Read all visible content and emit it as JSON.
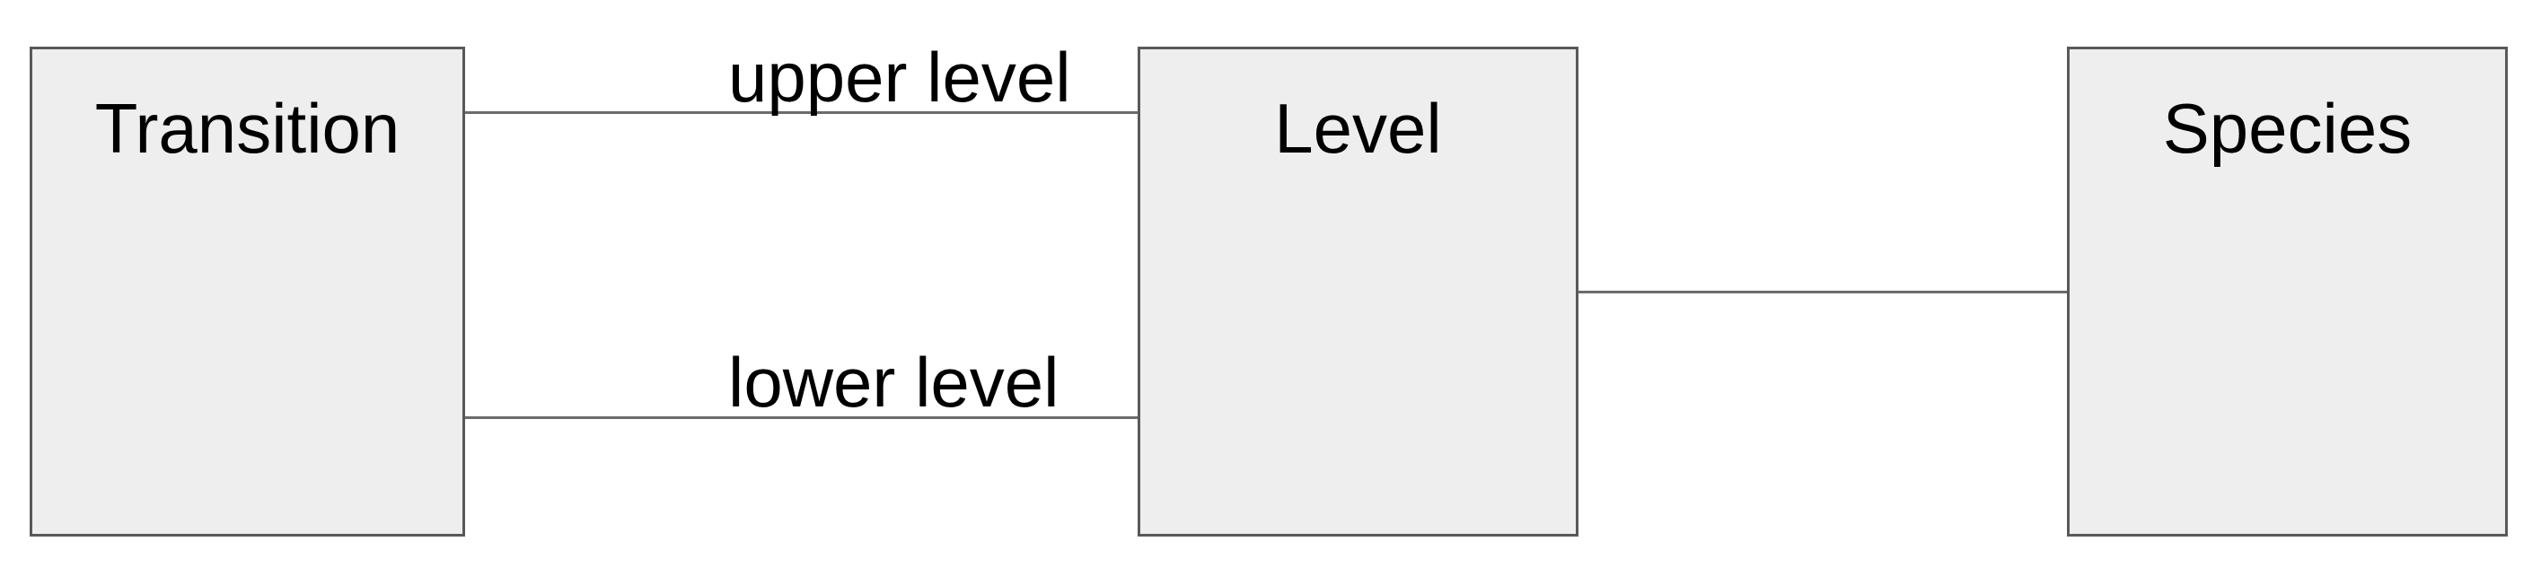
{
  "diagram": {
    "type": "entity-relationship",
    "colors": {
      "background": "#ffffff",
      "box_fill": "#eeeeee",
      "box_border": "#595959",
      "line": "#6b6b6b",
      "text": "#000000"
    },
    "entities": [
      {
        "label": "Transition"
      },
      {
        "label": "Level"
      },
      {
        "label": "Species"
      }
    ],
    "relations": [
      {
        "from": "Transition",
        "to": "Level",
        "label": "upper level"
      },
      {
        "from": "Transition",
        "to": "Level",
        "label": "lower level"
      },
      {
        "from": "Level",
        "to": "Species",
        "label": ""
      }
    ]
  }
}
